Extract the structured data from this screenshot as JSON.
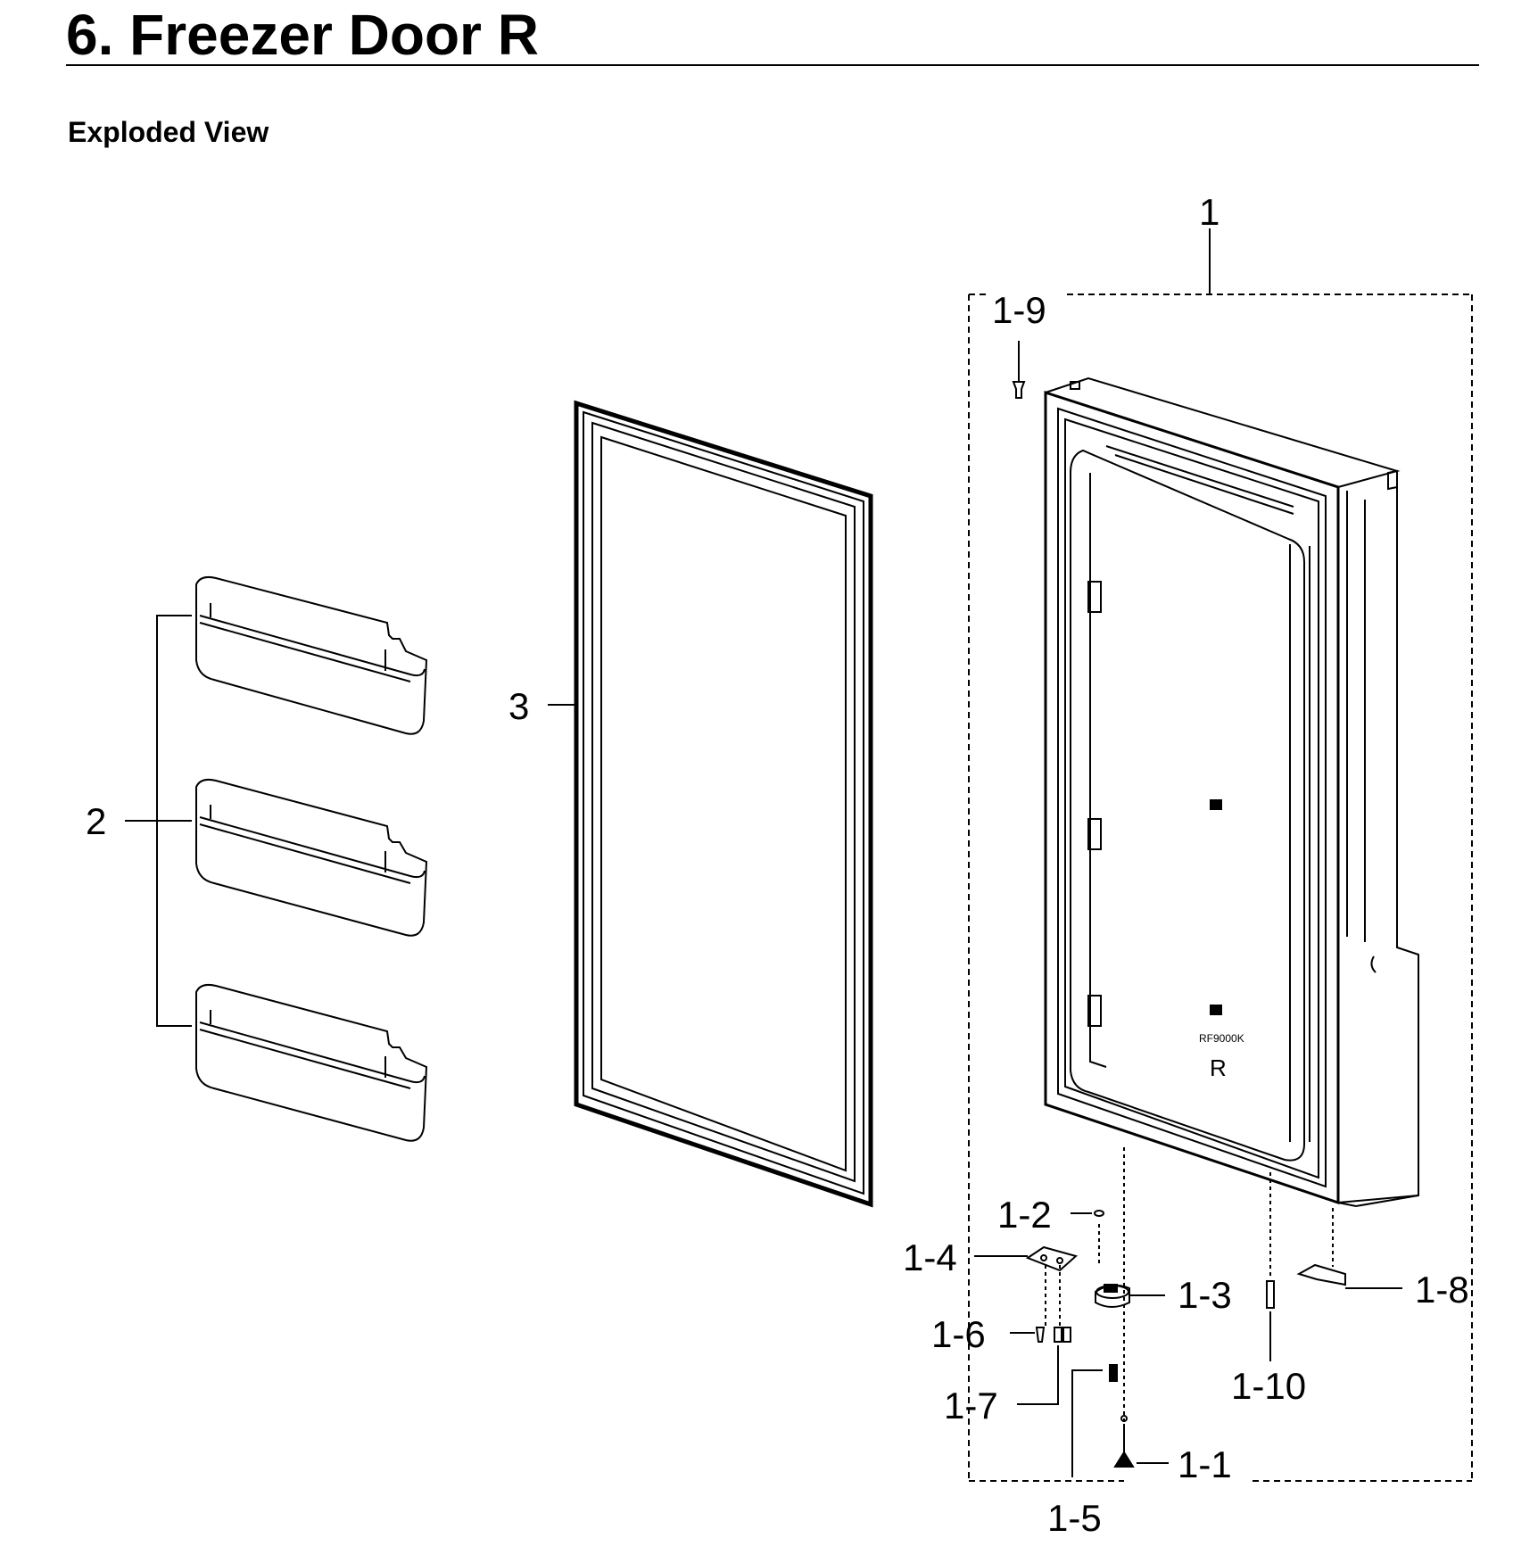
{
  "page": {
    "title": "6.  Freezer Door R",
    "subtitle": "Exploded View"
  },
  "door_markings": {
    "model": "RF9000K",
    "side": "R"
  },
  "callouts": {
    "c1": "1",
    "c1_1": "1-1",
    "c1_2": "1-2",
    "c1_3": "1-3",
    "c1_4": "1-4",
    "c1_5": "1-5",
    "c1_6": "1-6",
    "c1_7": "1-7",
    "c1_8": "1-8",
    "c1_9": "1-9",
    "c1_10": "1-10",
    "c2": "2",
    "c3": "3"
  }
}
